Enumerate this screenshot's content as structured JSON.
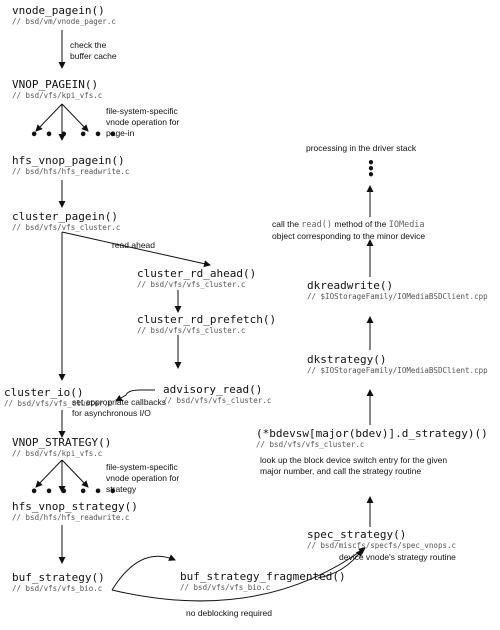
{
  "nodes": {
    "vnode_pagein": {
      "fn": "vnode_pagein()",
      "path": "// bsd/vm/vnode_pager.c"
    },
    "vnop_pagein": {
      "fn": "VNOP_PAGEIN()",
      "path": "// bsd/vfs/kpi_vfs.c"
    },
    "hfs_vnop_pagein": {
      "fn": "hfs_vnop_pagein()",
      "path": "// bsd/hfs/hfs_readwrite.c"
    },
    "cluster_pagein": {
      "fn": "cluster_pagein()",
      "path": "// bsd/vfs/vfs_cluster.c"
    },
    "cluster_rd_ahead": {
      "fn": "cluster_rd_ahead()",
      "path": "// bsd/vfs/vfs_cluster.c"
    },
    "cluster_rd_prefetch": {
      "fn": "cluster_rd_prefetch()",
      "path": "// bsd/vfs/vfs_cluster.c"
    },
    "advisory_read": {
      "fn": "advisory_read()",
      "path": "// bsd/vfs/vfs_cluster.c"
    },
    "cluster_io": {
      "fn": "cluster_io()",
      "path": "// bsd/vfs/vfs_cluster.c"
    },
    "vnop_strategy": {
      "fn": "VNOP_STRATEGY()",
      "path": "// bsd/vfs/kpi_vfs.c"
    },
    "hfs_vnop_strategy": {
      "fn": "hfs_vnop_strategy()",
      "path": "// bsd/hfs/hfs_readwrite.c"
    },
    "buf_strategy": {
      "fn": "buf_strategy()",
      "path": "// bsd/vfs/vfs_bio.c"
    },
    "buf_strategy_fragmented": {
      "fn": "buf_strategy_fragmented()",
      "path": "// bsd/vfs/vfs_bio.c"
    },
    "spec_strategy": {
      "fn": "spec_strategy()",
      "path": "// bsd/miscfs/specfs/spec_vnops.c"
    },
    "bdevsw": {
      "fn": "(*bdevsw[major(bdev)].d_strategy)()",
      "path": "// bsd/vfs/vfs_cluster.c"
    },
    "dkstrategy": {
      "fn": "dkstrategy()",
      "path": "// $IOStorageFamily/IOMediaBSDClient.cpp"
    },
    "dkreadwrite": {
      "fn": "dkreadwrite()",
      "path": "// $IOStorageFamily/IOMediaBSDClient.cpp"
    }
  },
  "notes": {
    "check_cache": [
      "check the",
      "buffer cache"
    ],
    "fs_specific_pagein": [
      "file-system-specific",
      "vnode operation for",
      "page-in"
    ],
    "read_ahead": "read ahead",
    "callbacks": [
      "set appropriate callbacks",
      "for asynchronous I/O"
    ],
    "fs_specific_strategy": [
      "file-system-specific",
      "vnode operation for",
      "strategy"
    ],
    "no_deblocking": "no deblocking required",
    "device_vnode": "device vnode's strategy routine",
    "lookup": [
      "look up the block device switch entry for the given",
      "major number, and call the strategy routine"
    ],
    "call_read_pre": "call the ",
    "call_read_mono": "read()",
    "call_read_post": " method of the ",
    "call_read_mono2": "IOMedia",
    "call_read_line2": "object corresponding to the minor device",
    "driver_stack": "processing in the driver stack"
  },
  "glyphs": {
    "hdots": "• • •",
    "vdot": "•"
  }
}
